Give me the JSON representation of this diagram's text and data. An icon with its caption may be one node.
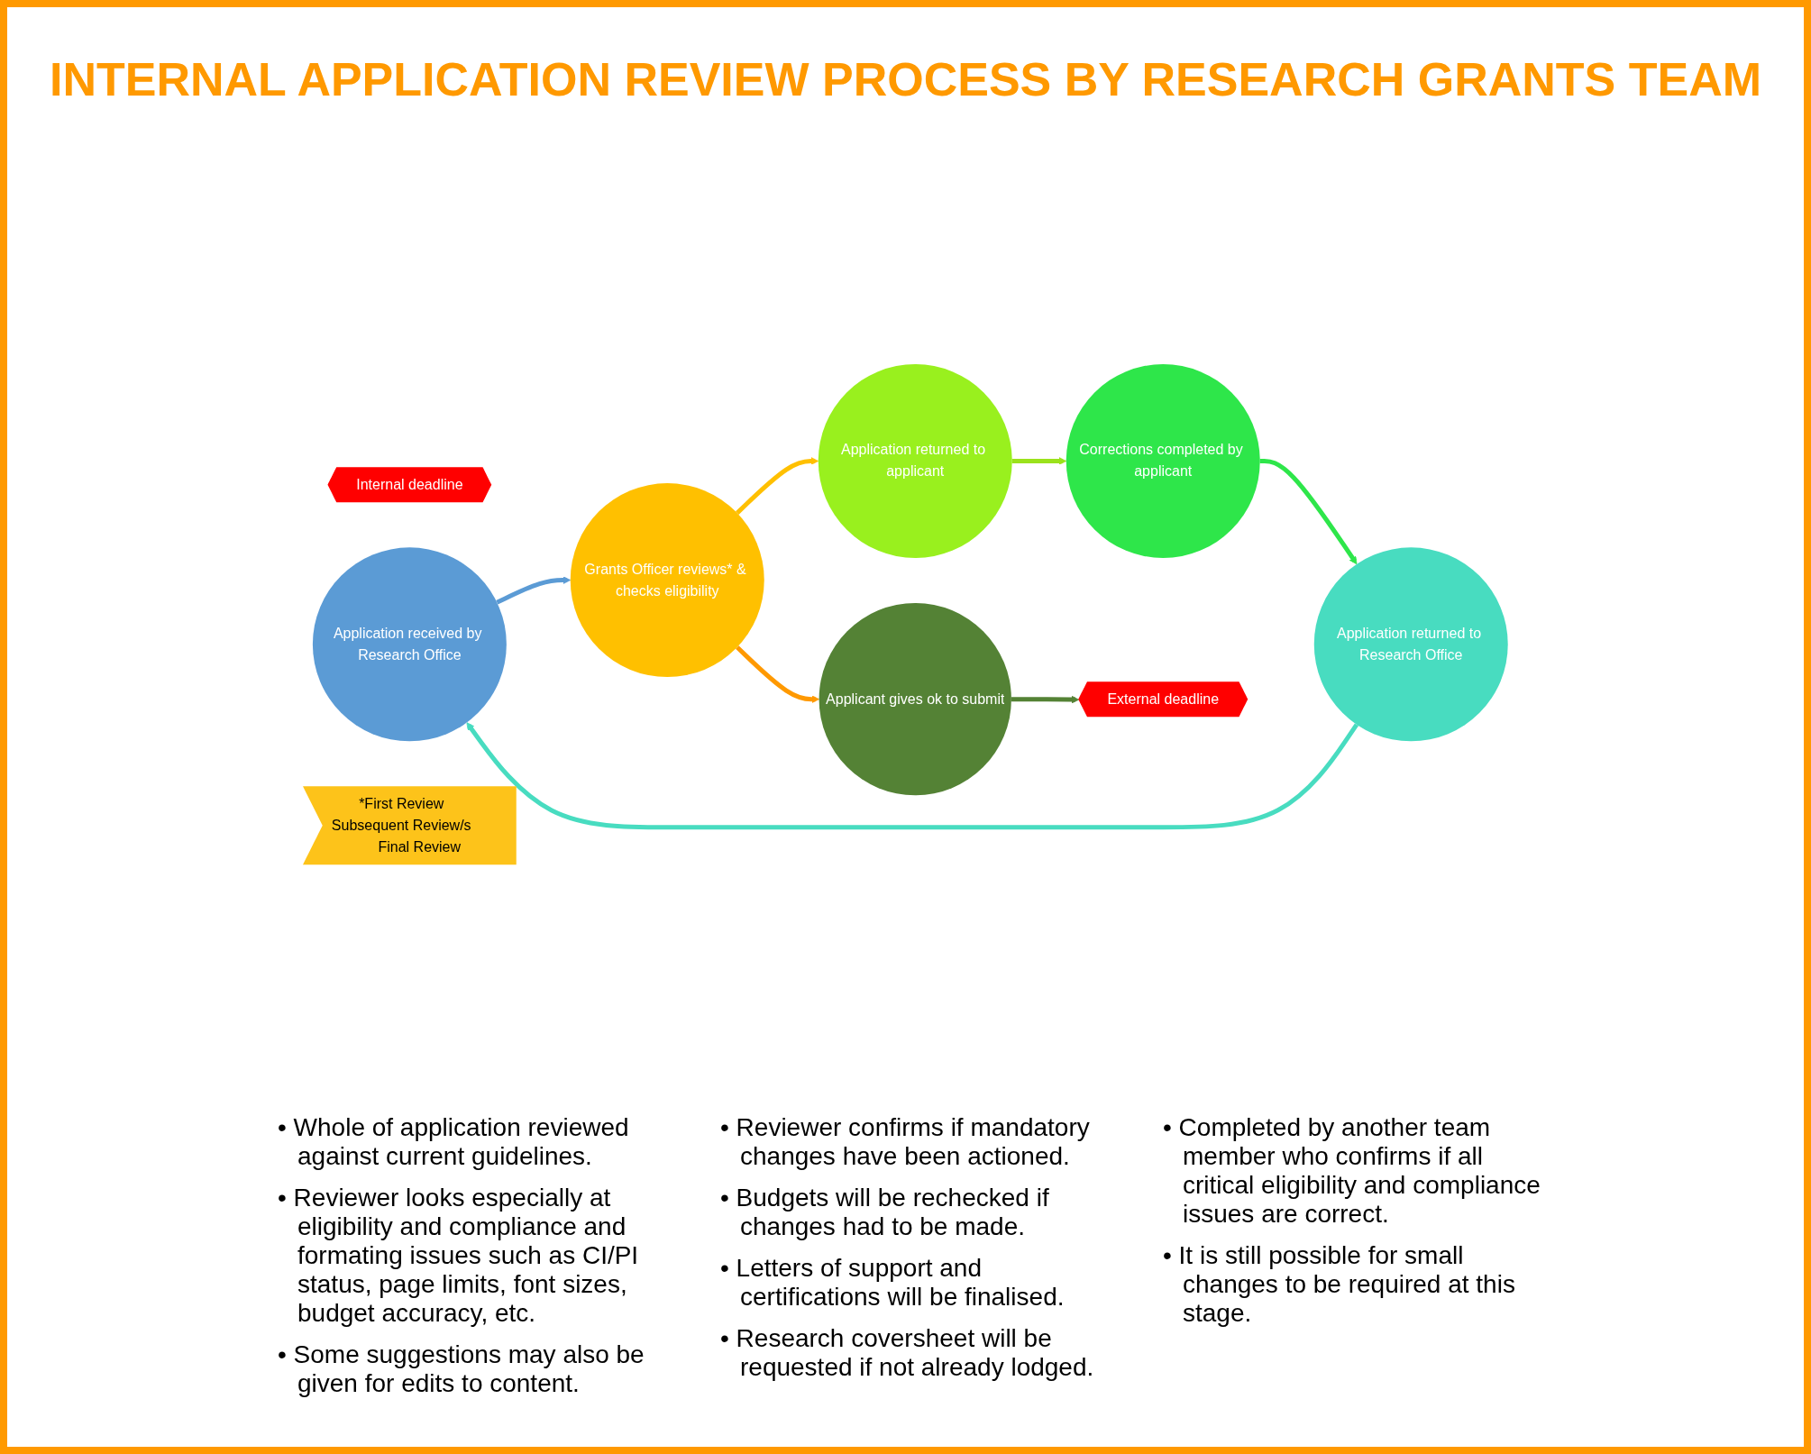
{
  "diagram": {
    "title": "INTERNAL APPLICATION REVIEW PROCESS BY RESEARCH GRANTS TEAM",
    "nodes": [
      {
        "text": [
          "Internal deadline"
        ]
      },
      {
        "text": [
          "Application received by Research Office"
        ]
      },
      {
        "text": [
          "Grants Officer reviews* & checks eligibility"
        ]
      },
      {
        "text": [
          "Application returned to applicant"
        ]
      },
      {
        "text": [
          "Corrections completed by applicant"
        ]
      },
      {
        "text": [
          "Application returned to Research Office"
        ]
      },
      {
        "text": [
          "Applicant gives ok to submit"
        ]
      },
      {
        "text": [
          "External deadline"
        ]
      },
      {
        "text": [
          "*First Review",
          "Subsequent Review/s",
          "Final Review"
        ]
      }
    ],
    "edges": [
      {
        "from": 1,
        "to": 2,
        "arrow": "to",
        "color": "#5b9bd5"
      },
      {
        "from": 2,
        "to": 3,
        "arrow": "to",
        "color": "#ffc000"
      },
      {
        "from": 3,
        "to": 4,
        "arrow": "to",
        "color": "#9be21c"
      },
      {
        "from": 4,
        "to": 5,
        "arrow": "to",
        "color": "#2ee64a"
      },
      {
        "from": 5,
        "to": 1,
        "arrow": "to",
        "color": "#48dcc0"
      },
      {
        "from": 2,
        "to": 6,
        "arrow": "to",
        "color": "#ff9900"
      },
      {
        "from": 6,
        "to": 7,
        "arrow": "to",
        "color": "#548235"
      }
    ],
    "labels": [
      "• Whole of application reviewed against current guidelines.",
      "• Reviewer looks especially at eligibility and compliance and formating issues such as CI/PI status, page limits, font sizes, budget accuracy, etc.",
      "• Some suggestions may also be given for edits to content.",
      "• Reviewer confirms if mandatory changes have been actioned.",
      "• Budgets will be rechecked if changes had to be made.",
      "• Letters of support and certifications will be finalised.",
      "• Research coversheet will be requested if not already lodged.",
      "• Completed by another team member who confirms if all critical eligibility and compliance issues are correct.",
      "• It is still possible for small changes to be required at this stage."
    ]
  }
}
